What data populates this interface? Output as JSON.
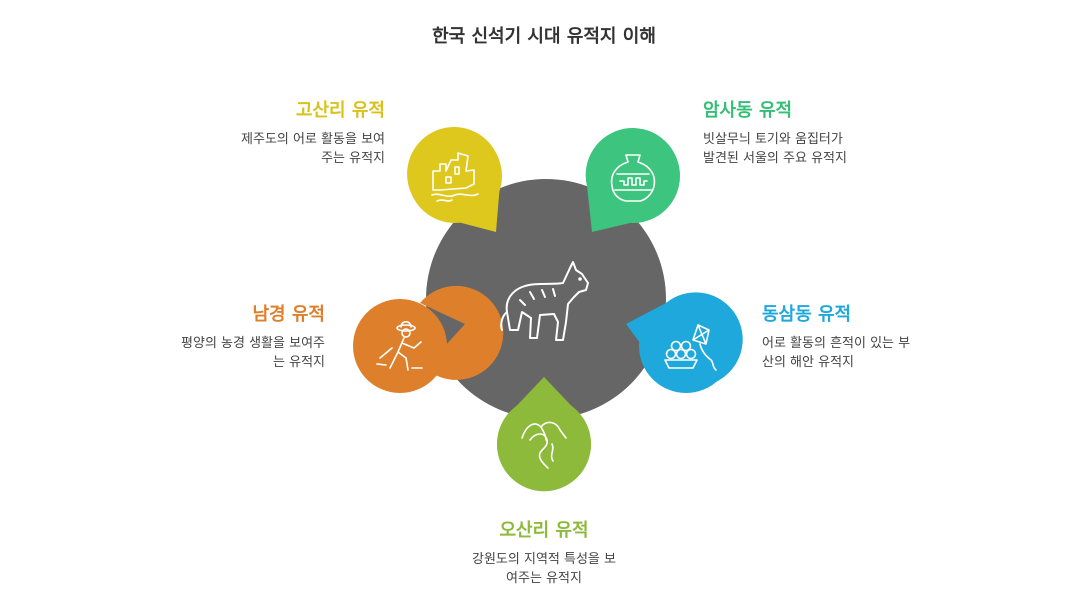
{
  "title": "한국 신석기 시대 유적지 이해",
  "center": {
    "icon": "tiger-icon",
    "color": "#666666"
  },
  "sites": {
    "gosanri": {
      "name": "고산리 유적",
      "desc1": "제주도의 어로 활동을 보여",
      "desc2": "주는 유적지",
      "color": "#DFC81E",
      "text_color": "#D8C21C",
      "icon": "ruins-icon"
    },
    "amsadong": {
      "name": "암사동 유적",
      "desc1": "빗살무늬 토기와 움집터가",
      "desc2": "발견된 서울의 주요 유적지",
      "color": "#3DC47E",
      "text_color": "#36BE77",
      "icon": "pottery-vase-icon"
    },
    "namgyeong": {
      "name": "남경 유적",
      "desc1": "평양의 농경 생활을 보여주",
      "desc2": "는 유적지",
      "color": "#DE802B",
      "text_color": "#DE802B",
      "icon": "farmer-icon"
    },
    "dongsamdong": {
      "name": "동삼동 유적",
      "desc1": "어로 활동의 흔적이 있는 부",
      "desc2": "산의 해안 유적지",
      "color": "#1EA8DB",
      "text_color": "#1EA8DB",
      "icon": "kite-basket-icon"
    },
    "osanri": {
      "name": "오산리 유적",
      "desc1": "강원도의 지역적 특성을 보",
      "desc2": "여주는 유적지",
      "color": "#8DBA3A",
      "text_color": "#8DBA3A",
      "icon": "mountains-icon"
    }
  }
}
